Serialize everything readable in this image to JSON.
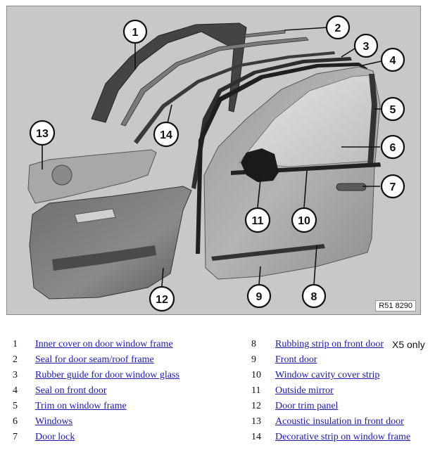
{
  "figure": {
    "ref_code": "R51 8290"
  },
  "callouts": [
    {
      "number": "1"
    },
    {
      "number": "2"
    },
    {
      "number": "3"
    },
    {
      "number": "4"
    },
    {
      "number": "5"
    },
    {
      "number": "6"
    },
    {
      "number": "7"
    },
    {
      "number": "8"
    },
    {
      "number": "9"
    },
    {
      "number": "10"
    },
    {
      "number": "11"
    },
    {
      "number": "12"
    },
    {
      "number": "13"
    },
    {
      "number": "14"
    }
  ],
  "legend": [
    {
      "number": "1",
      "label": "Inner cover on door window frame",
      "suffix": ""
    },
    {
      "number": "2",
      "label": "Seal for door seam/roof frame",
      "suffix": ""
    },
    {
      "number": "3",
      "label": "Rubber guide for door window glass",
      "suffix": ""
    },
    {
      "number": "4",
      "label": "Seal on front door",
      "suffix": ""
    },
    {
      "number": "5",
      "label": "Trim on window frame",
      "suffix": ""
    },
    {
      "number": "6",
      "label": "Windows",
      "suffix": ""
    },
    {
      "number": "7",
      "label": "Door lock",
      "suffix": ""
    },
    {
      "number": "8",
      "label": "Rubbing strip on front door",
      "suffix": "X5 only"
    },
    {
      "number": "9",
      "label": "Front door",
      "suffix": ""
    },
    {
      "number": "10",
      "label": "Window cavity cover strip",
      "suffix": ""
    },
    {
      "number": "11",
      "label": "Outside mirror",
      "suffix": ""
    },
    {
      "number": "12",
      "label": "Door trim panel",
      "suffix": ""
    },
    {
      "number": "13",
      "label": "Acoustic insulation in front door",
      "suffix": ""
    },
    {
      "number": "14",
      "label": "Decorative strip on window frame",
      "suffix": ""
    }
  ]
}
